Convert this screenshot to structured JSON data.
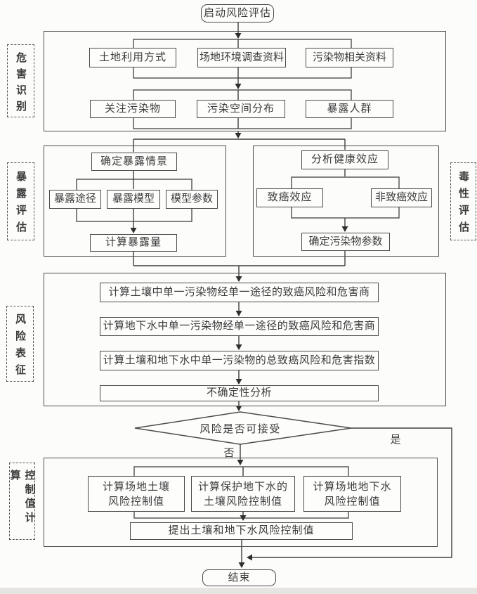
{
  "colors": {
    "line": "#3f3f3f",
    "box_border": "#4b4b4b",
    "text": "#3b3b3b",
    "background": "#fcfcfb",
    "footer_strip": "#e7e5e2"
  },
  "flowchart": {
    "start_label": "启动风险评估",
    "end_label": "结束",
    "hazard": {
      "side_label": "危害识别",
      "row1": [
        "土地利用方式",
        "场地环境调查资料",
        "污染物相关资料"
      ],
      "row2": [
        "关注污染物",
        "污染空间分布",
        "暴露人群"
      ]
    },
    "exposure": {
      "side_label": "暴露评估",
      "scenario": "确定暴露情景",
      "items": [
        "暴露途径",
        "暴露模型",
        "模型参数"
      ],
      "result": "计算暴露量"
    },
    "toxicity": {
      "side_label": "毒性评估",
      "analyze": "分析健康效应",
      "items": [
        "致癌效应",
        "非致癌效应"
      ],
      "result": "确定污染物参数"
    },
    "characterization": {
      "side_label": "风险表征",
      "steps": [
        "计算土壤中单一污染物经单一途径的致癌风险和危害商",
        "计算地下水中单一污染物经单一途径的致癌风险和危害商",
        "计算土壤和地下水中单一污染物的总致癌风险和危害指数",
        "不确定性分析"
      ]
    },
    "decision": {
      "question": "风险是否可接受",
      "yes_label": "是",
      "no_label": "否"
    },
    "control": {
      "side_label": "控制值计算",
      "calc_boxes": [
        {
          "line1": "计算场地土壤",
          "line2": "风险控制值"
        },
        {
          "line1": "计算保护地下水的",
          "line2": "土壤风险控制值"
        },
        {
          "line1": "计算场地地下水",
          "line2": "风险控制值"
        }
      ],
      "result": "提出土壤和地下水风险控制值"
    }
  }
}
